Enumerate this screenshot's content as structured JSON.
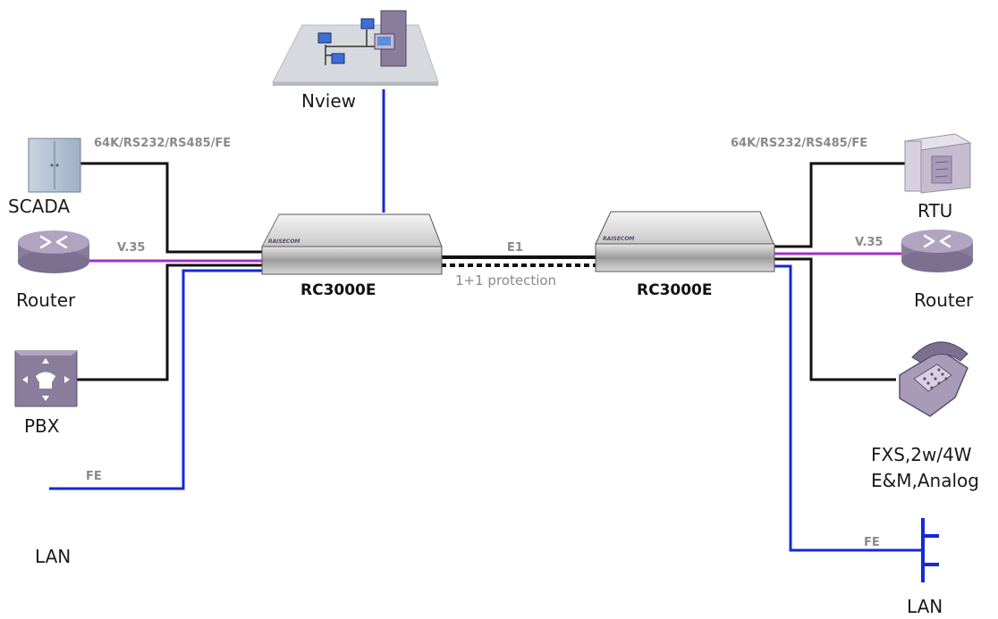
{
  "labels": {
    "nview": "Nview",
    "scada": "SCADA",
    "router_left": "Router",
    "pbx": "PBX",
    "lan_left": "LAN",
    "rtu": "RTU",
    "router_right": "Router",
    "fxs_line1": "FXS,2w/4W",
    "fxs_line2": "E&M,Analog",
    "lan_right": "LAN",
    "device_left": "RC3000E",
    "device_right": "RC3000E",
    "iface_left": "64K/RS232/RS485/FE",
    "iface_right": "64K/RS232/RS485/FE",
    "v35_left": "V.35",
    "v35_right": "V.35",
    "e1": "E1",
    "protection": "1+1 protection",
    "fe_left": "FE",
    "fe_right": "FE",
    "brand": "RAISECOM"
  },
  "colors": {
    "black_link": "#111111",
    "blue_link": "#1428d8",
    "purple_link": "#a032c8",
    "device_icon": "#a89bb8",
    "device_icon_dark": "#7d6f90"
  },
  "icons": {
    "nview": "network-management-station-icon",
    "scada": "cabinet-icon",
    "router": "router-icon",
    "pbx": "pbx-icon",
    "rtu": "rtu-server-icon",
    "telephone": "telephone-icon",
    "lan_bus": "lan-bus-icon",
    "device": "rc3000e-chassis-icon"
  }
}
